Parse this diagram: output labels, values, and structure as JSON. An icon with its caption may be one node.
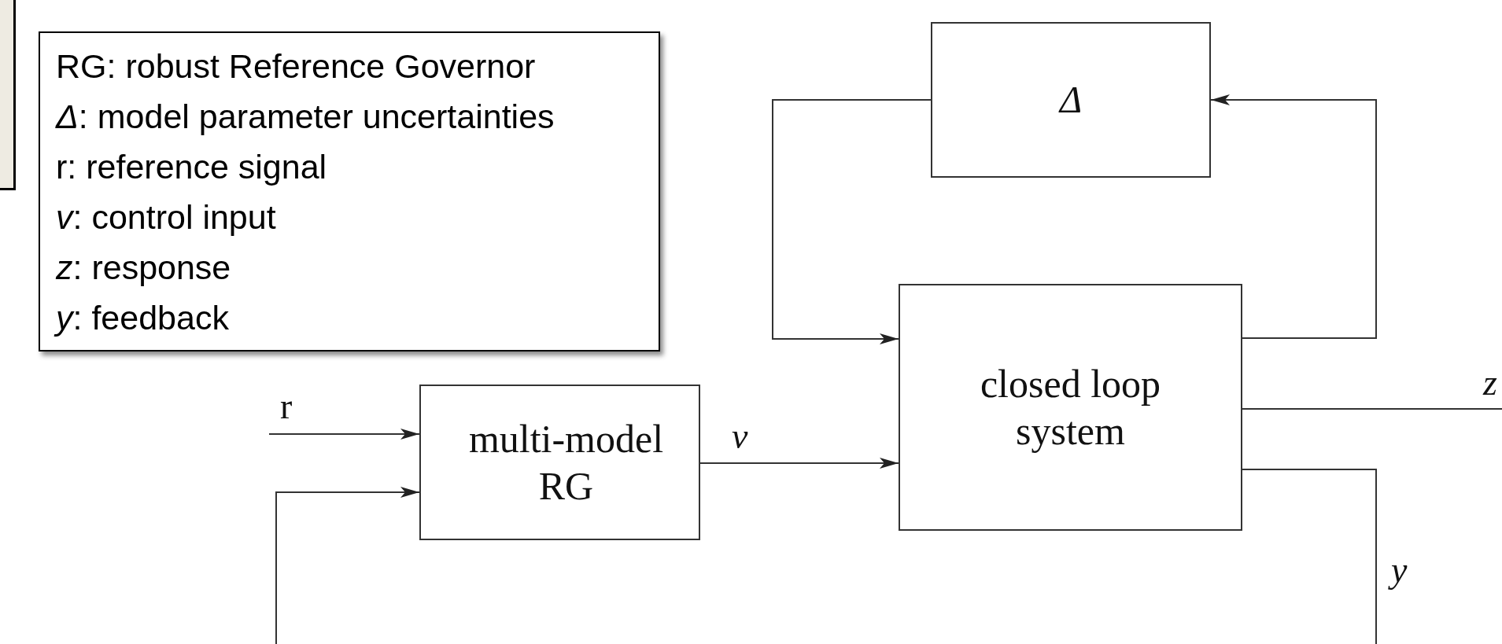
{
  "diagram": {
    "nodes": [
      {
        "text": [
          "RG: robust Reference Governor",
          "*Δ*: model parameter uncertainties",
          "r: reference signal",
          "*v*: control input",
          "*z*: response",
          "*y*: feedback"
        ]
      },
      {
        "text": [
          "Δ"
        ]
      },
      {
        "text": [
          "closed loop system"
        ]
      },
      {
        "text": [
          "multi-model RG"
        ]
      }
    ],
    "edges": [
      {
        "from": 1,
        "to": 2,
        "arrow": "to"
      },
      {
        "from": 2,
        "to": 1,
        "arrow": "to"
      },
      {
        "from": null,
        "to": 3,
        "label": "r",
        "arrow": "to"
      },
      {
        "from": 3,
        "to": 2,
        "label": "v",
        "arrow": "to"
      },
      {
        "from": 2,
        "to": null,
        "label": "z",
        "arrow": "none"
      },
      {
        "from": 2,
        "to": 3,
        "label": "y",
        "arrow": "to"
      }
    ]
  }
}
